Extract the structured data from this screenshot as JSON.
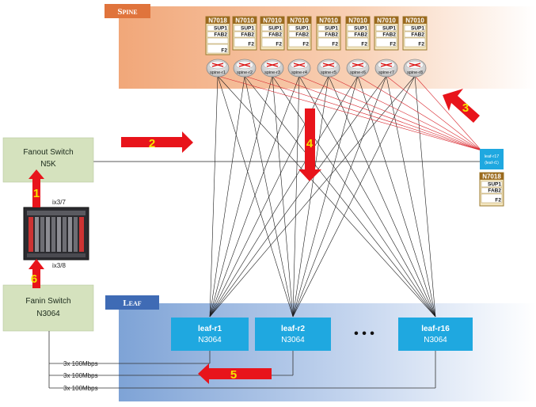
{
  "spine": {
    "band_label": "Spine",
    "chassis": [
      {
        "model": "N7018",
        "slots": [
          "SUP1",
          "FAB2",
          "",
          "F2"
        ]
      },
      {
        "model": "N7010",
        "slots": [
          "SUP1",
          "FAB2",
          "F2"
        ]
      },
      {
        "model": "N7010",
        "slots": [
          "SUP1",
          "FAB2",
          "F2"
        ]
      },
      {
        "model": "N7010",
        "slots": [
          "SUP1",
          "FAB2",
          "F2"
        ]
      },
      {
        "model": "N7010",
        "slots": [
          "SUP1",
          "FAB2",
          "F2"
        ]
      },
      {
        "model": "N7010",
        "slots": [
          "SUP1",
          "FAB2",
          "F2"
        ]
      },
      {
        "model": "N7010",
        "slots": [
          "SUP1",
          "FAB2",
          "F2"
        ]
      },
      {
        "model": "N7010",
        "slots": [
          "SUP1",
          "FAB2",
          "F2"
        ]
      }
    ],
    "routers": [
      "spine-r1",
      "spine-r2",
      "spine-r3",
      "spine-r4",
      "spine-r5",
      "spine-r6",
      "spine-r7",
      "spine-r8"
    ]
  },
  "leaf": {
    "band_label": "Leaf",
    "switches": [
      {
        "name": "leaf-r1",
        "model": "N3064"
      },
      {
        "name": "leaf-r2",
        "model": "N3064"
      },
      {
        "name": "leaf-r16",
        "model": "N3064"
      }
    ],
    "ellipsis": "• • •"
  },
  "leaf_r17": {
    "name": "leaf-r17",
    "sub": "(leaf-r1)",
    "chassis": {
      "model": "N7018",
      "slots": [
        "SUP1",
        "FAB2",
        "F2"
      ]
    }
  },
  "fanout": {
    "title": "Fanout Switch",
    "model": "N5K"
  },
  "fanin": {
    "title": "Fanin Switch",
    "model": "N3064"
  },
  "tester": {
    "port_top": "ix3/7",
    "port_bottom": "ix3/8"
  },
  "links": [
    "3x 100Mbps",
    "3x 100Mbps",
    "3x 100Mbps"
  ],
  "steps": [
    "1",
    "2",
    "3",
    "4",
    "5",
    "6"
  ],
  "colors": {
    "spine_band": "#f1a779",
    "leaf_band": "#7ea3d6",
    "green_box": "#d5e2be",
    "leaf_box": "#1fa8e0",
    "arrow": "#e8141b",
    "red_line": "#d9272e"
  }
}
